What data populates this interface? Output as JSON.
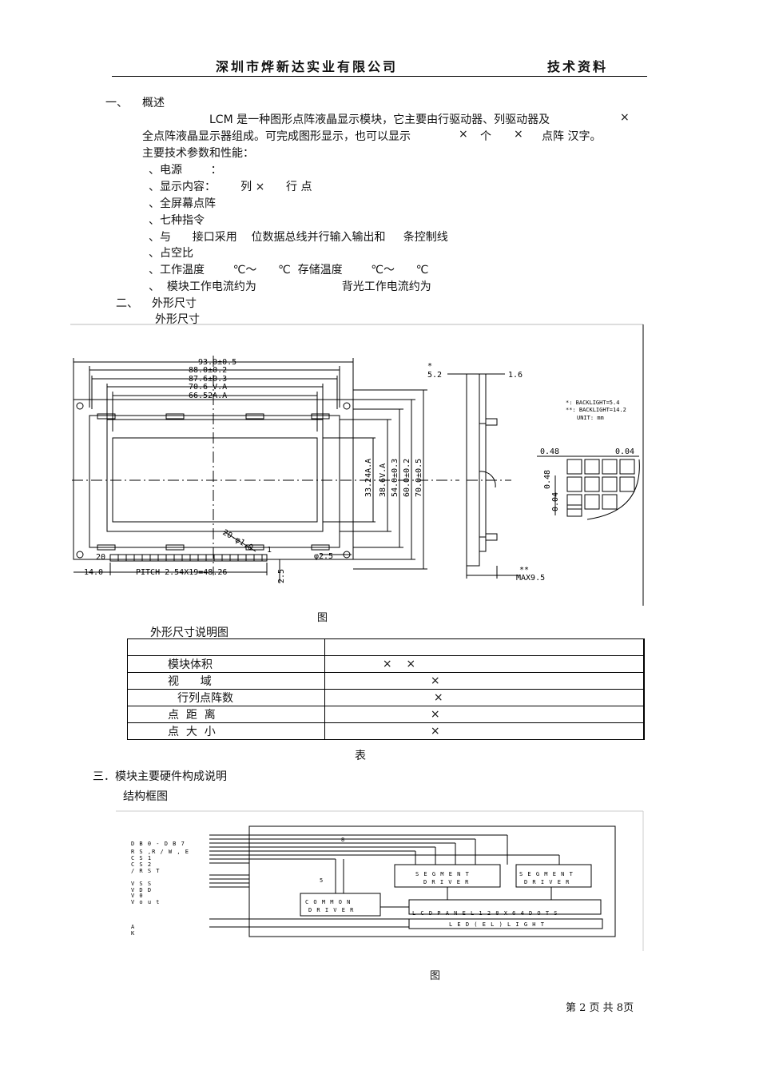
{
  "header": {
    "company": "深圳市烨新达实业有限公司",
    "doc_type": "技术资料"
  },
  "section1": {
    "heading_num": "一、",
    "heading": "概述",
    "para_line1": "LCM 是一种图形点阵液晶显示模块，它主要由行驱动器、列驱动器及",
    "para_line1_tail": "×",
    "para_line2": "全点阵液晶显示器组成。可完成图形显示，也可以显示",
    "para_line2_b": "×",
    "para_line2_c": "个",
    "para_line2_d": "×",
    "para_line2_e": "点阵 汉字。",
    "para_line3": "主要技术参数和性能：",
    "items": [
      "、电源        ：",
      "、显示内容：       列 ×      行 点",
      "、全屏幕点阵",
      "、七种指令",
      "、与      接口采用    位数据总线并行输入输出和     条控制线",
      "、占空比",
      "、工作温度        ℃～      ℃  存储温度        ℃～      ℃",
      "、  模块工作电流约为                        背光工作电流约为"
    ]
  },
  "section2": {
    "heading_num": "二、",
    "heading": "外形尺寸",
    "subheading": "外形尺寸",
    "drawing": {
      "dims_top": [
        "93.0±0.5",
        "88.0±0.2",
        "87.6±0.3",
        "70.6 V.A",
        "66.52A.A"
      ],
      "dims_right": [
        "33.24A.A",
        "38.6V.A",
        "54.0±0.3",
        "60.0±0.2",
        "70.0±0.5"
      ],
      "pin_labels": [
        "20",
        "20-φ1.0",
        "1",
        "φ2.5"
      ],
      "bottom_dims": [
        "14.0",
        "PITCH  2.54X19=48.26",
        "2.5"
      ],
      "side_dims": [
        "*",
        "5.2",
        "1.6",
        "**",
        "MAX9.5"
      ],
      "notes": [
        "*: BACKLIGHT=5.4",
        "**: BACKLIGHT=14.2",
        "UNIT: mm"
      ],
      "pixel_dims": [
        "0.48",
        "0.04",
        "0.48",
        "0.04"
      ]
    },
    "figure_caption": "图",
    "table_title": "外形尺寸说明图",
    "table_rows": [
      {
        "label": "模块体积",
        "value": "×    ×"
      },
      {
        "label": "视      域",
        "value": "×"
      },
      {
        "label": "行列点阵数",
        "value": "×"
      },
      {
        "label": "点  距  离",
        "value": "×"
      },
      {
        "label": "点  大  小",
        "value": "×"
      }
    ],
    "table_caption": "表"
  },
  "section3": {
    "heading": "三．模块主要硬件构成说明",
    "subheading": "结构框图",
    "block": {
      "pins": [
        "D B 0 - D B 7",
        "R S ,R  / W  , E",
        "C S 1",
        "C S 2",
        "/ R S T",
        "V S S",
        "V D D",
        "V 0",
        "V o u t",
        "A",
        "K"
      ],
      "bus_labels": [
        "8",
        "5"
      ],
      "common_driver": [
        "C O M M O N",
        "D R I V E R"
      ],
      "segment_driver_1": [
        "S E G M E N T",
        "D R I V E R"
      ],
      "segment_driver_2": [
        "S E G M E N T",
        "D R I V E R"
      ],
      "lcd_panel": "L C D  P A N E L  1 2 8  X  6 4  D O T S",
      "led_light": "L E D  ( E L )  L I G H T"
    },
    "figure_caption": "图"
  },
  "footer": {
    "page": "第 2 页 共 8页"
  }
}
